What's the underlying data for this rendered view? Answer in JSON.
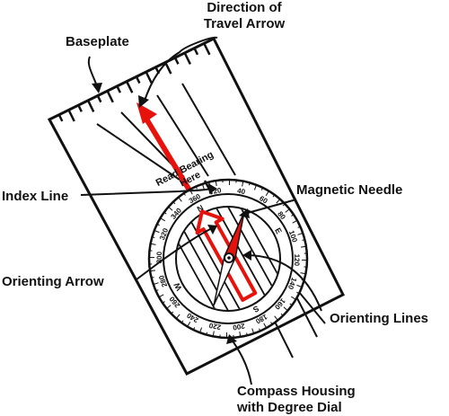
{
  "labels": {
    "direction_of_travel_arrow": [
      "Direction of",
      "Travel Arrow"
    ],
    "baseplate": "Baseplate",
    "read_bearing_here": [
      "Read Bearing",
      "Here"
    ],
    "index_line": "Index Line",
    "magnetic_needle": "Magnetic Needle",
    "orienting_arrow": "Orienting Arrow",
    "orienting_lines": "Orienting Lines",
    "compass_housing": [
      "Compass Housing",
      "with Degree Dial"
    ]
  },
  "dial": {
    "degree_marks": [
      "360",
      "20",
      "40",
      "60",
      "80",
      "100",
      "120",
      "140",
      "160",
      "180",
      "200",
      "220",
      "240",
      "260",
      "280",
      "300",
      "320",
      "340"
    ],
    "cardinals": [
      "N",
      "E",
      "S",
      "W"
    ]
  },
  "colors": {
    "ink": "#111111",
    "arrow_red": "#e8120c",
    "fill": "#ffffff"
  }
}
